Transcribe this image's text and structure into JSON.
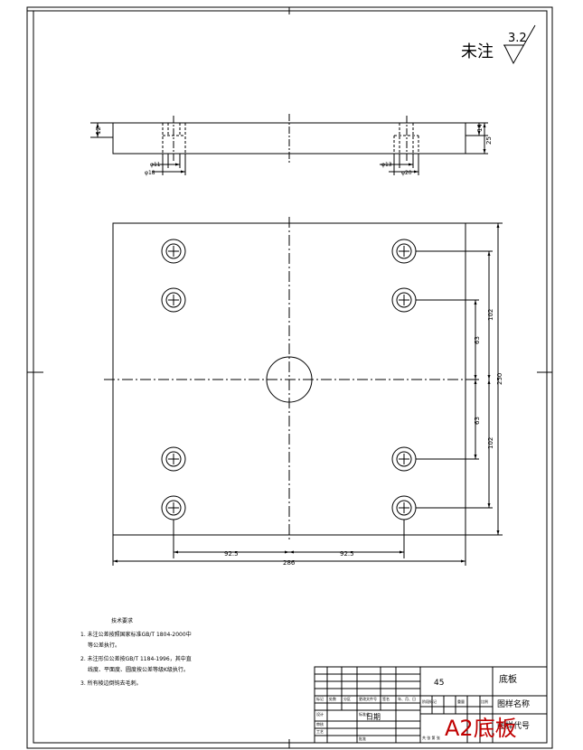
{
  "roughness": {
    "label": "未注",
    "value": "3.2"
  },
  "side_view": {
    "dims_right": [
      "14",
      "25"
    ],
    "dims_left": [
      "12"
    ],
    "hole_left": [
      "φ11",
      "φ18"
    ],
    "hole_right": [
      "φ13",
      "φ20"
    ]
  },
  "plan_view": {
    "dim_right": [
      "102",
      "63",
      "250",
      "63",
      "102"
    ],
    "dim_bottom": [
      "92.5",
      "92.5",
      "286"
    ]
  },
  "notes": {
    "title": "技术要求",
    "lines": [
      "1. 未注公差按照国家标准GB/T 1804-2000中",
      "等公差执行。",
      "2. 未注形位公差按GB/T 1184-1996，其中直",
      "线度、平面度、圆度按公差等级K级执行。",
      "3. 所有棱边倒钝去毛刺。"
    ]
  },
  "title_block": {
    "material": "45",
    "part_name": "底板",
    "drawing_name_label": "图样名称",
    "drawing_no_label": "图样代号",
    "rows": [
      "标记",
      "处数",
      "分区",
      "更改文件号",
      "签名",
      "年、月、日"
    ],
    "stage_label": "阶段标记",
    "weight_label": "重量",
    "scale_label": "比例",
    "designer_label": "设计",
    "standard_label": "标准化",
    "review_label": "审核",
    "process_label": "工艺",
    "approve_label": "批准",
    "sheet_label": "共 张 第 张",
    "sign_label": "日期"
  },
  "watermark": "A2底板"
}
